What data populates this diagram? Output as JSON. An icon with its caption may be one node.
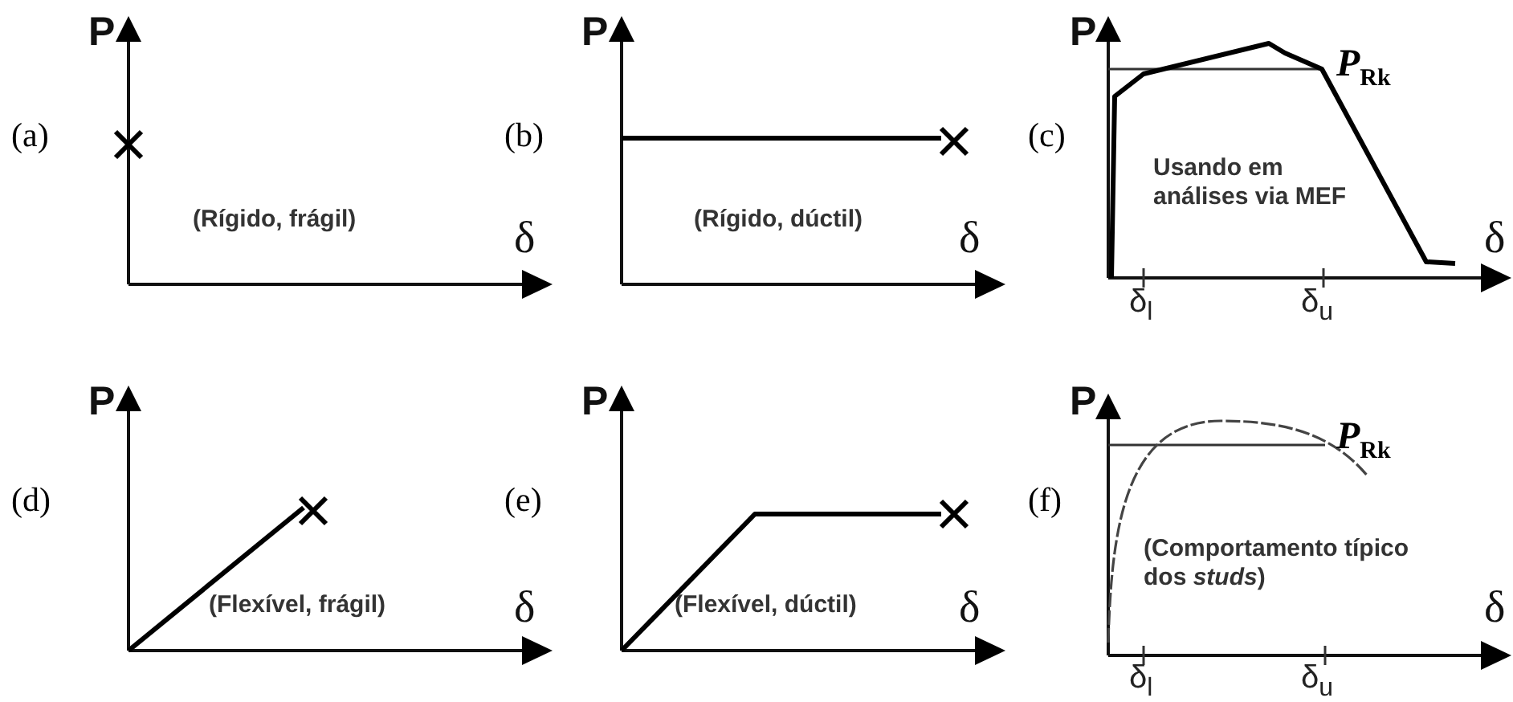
{
  "diagram": {
    "labels": [
      "(a)",
      "P",
      "(Rígido, frágil)",
      "δ",
      "(b)",
      "P",
      "(Rígido, dúctil)",
      "δ",
      "(c)",
      "P",
      "*P*$_{Rk}$",
      "Usando em análises via MEF",
      "δ",
      "δ$_{l}$",
      "δ$_{u}$",
      "(d)",
      "P",
      "(Flexível, frágil)",
      "δ",
      "(e)",
      "P",
      "(Flexível, dúctil)",
      "δ",
      "(f)",
      "P",
      "*P*$_{Rk}$",
      "(Comportamento típico dos *studs*)",
      "δ",
      "δ$_{l}$",
      "δ$_{u}$"
    ]
  }
}
